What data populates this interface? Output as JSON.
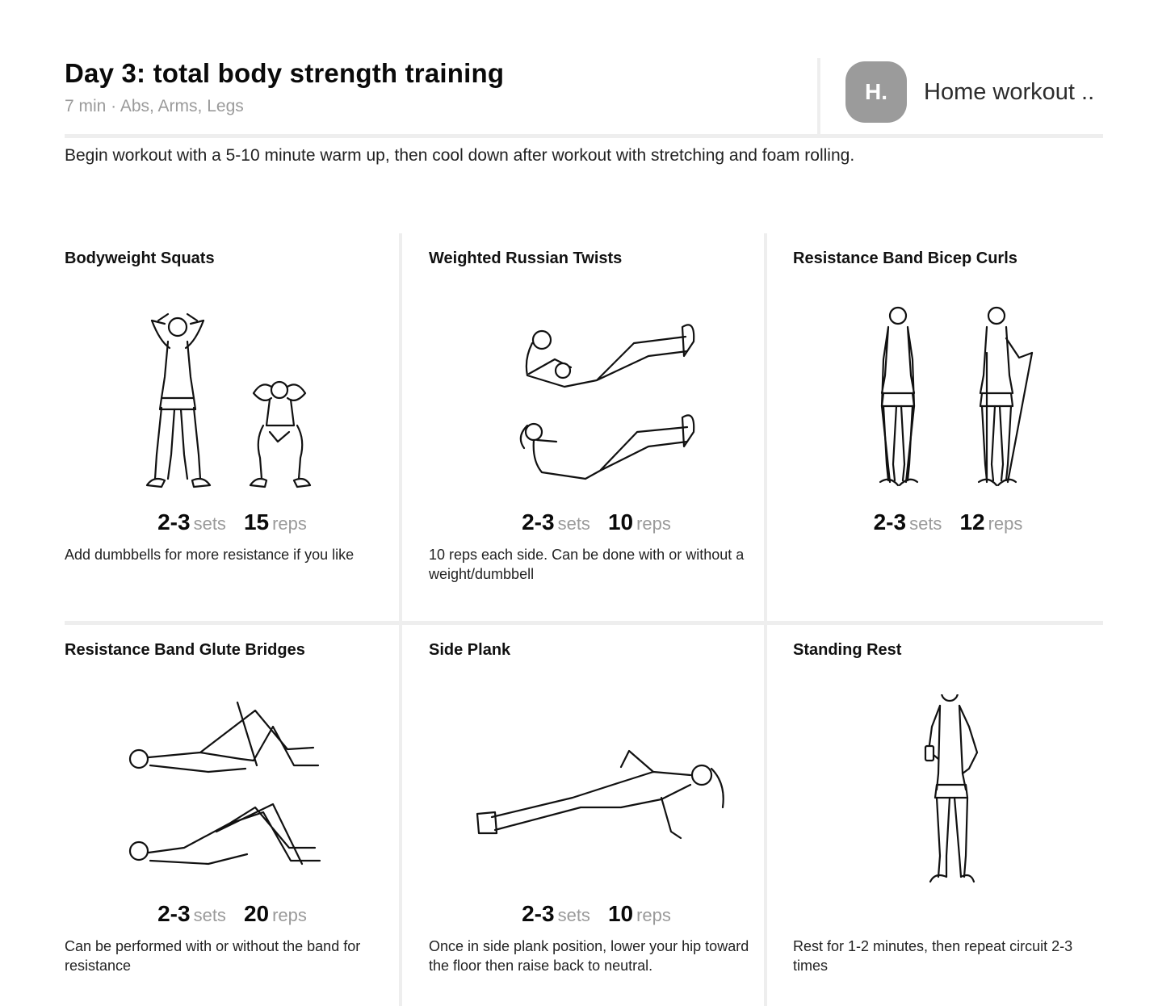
{
  "header": {
    "title": "Day 3: total body strength training",
    "subtitle": "7 min · Abs, Arms, Legs",
    "brand": {
      "logo_text": "H.",
      "name": "Home workout ..",
      "logo_color": "#9b9b9b"
    }
  },
  "intro": "Begin workout with a 5-10 minute warm up, then cool down after workout with stretching and foam rolling.",
  "exercises": [
    {
      "title": "Bodyweight Squats",
      "illustration": "squat-illustration",
      "sets": "2-3",
      "sets_label": "sets",
      "reps": "15",
      "reps_label": "reps",
      "note": "Add dumbbells for more resistance if you like"
    },
    {
      "title": "Weighted Russian Twists",
      "illustration": "russian-twist-illustration",
      "sets": "2-3",
      "sets_label": "sets",
      "reps": "10",
      "reps_label": "reps",
      "note": "10 reps each side. Can be done with or without a weight/dumbbell"
    },
    {
      "title": "Resistance Band Bicep Curls",
      "illustration": "bicep-curl-illustration",
      "sets": "2-3",
      "sets_label": "sets",
      "reps": "12",
      "reps_label": "reps",
      "note": ""
    },
    {
      "title": "Resistance Band Glute Bridges",
      "illustration": "glute-bridge-illustration",
      "sets": "2-3",
      "sets_label": "sets",
      "reps": "20",
      "reps_label": "reps",
      "note": "Can be performed with or without the band for resistance"
    },
    {
      "title": "Side Plank",
      "illustration": "side-plank-illustration",
      "sets": "2-3",
      "sets_label": "sets",
      "reps": "10",
      "reps_label": "reps",
      "note": "Once in side plank position, lower your hip toward the floor then raise back to neutral."
    },
    {
      "title": "Standing Rest",
      "illustration": "standing-rest-illustration",
      "sets": "",
      "sets_label": "",
      "reps": "",
      "reps_label": "",
      "note": "Rest for 1-2 minutes, then repeat circuit 2-3 times"
    }
  ]
}
